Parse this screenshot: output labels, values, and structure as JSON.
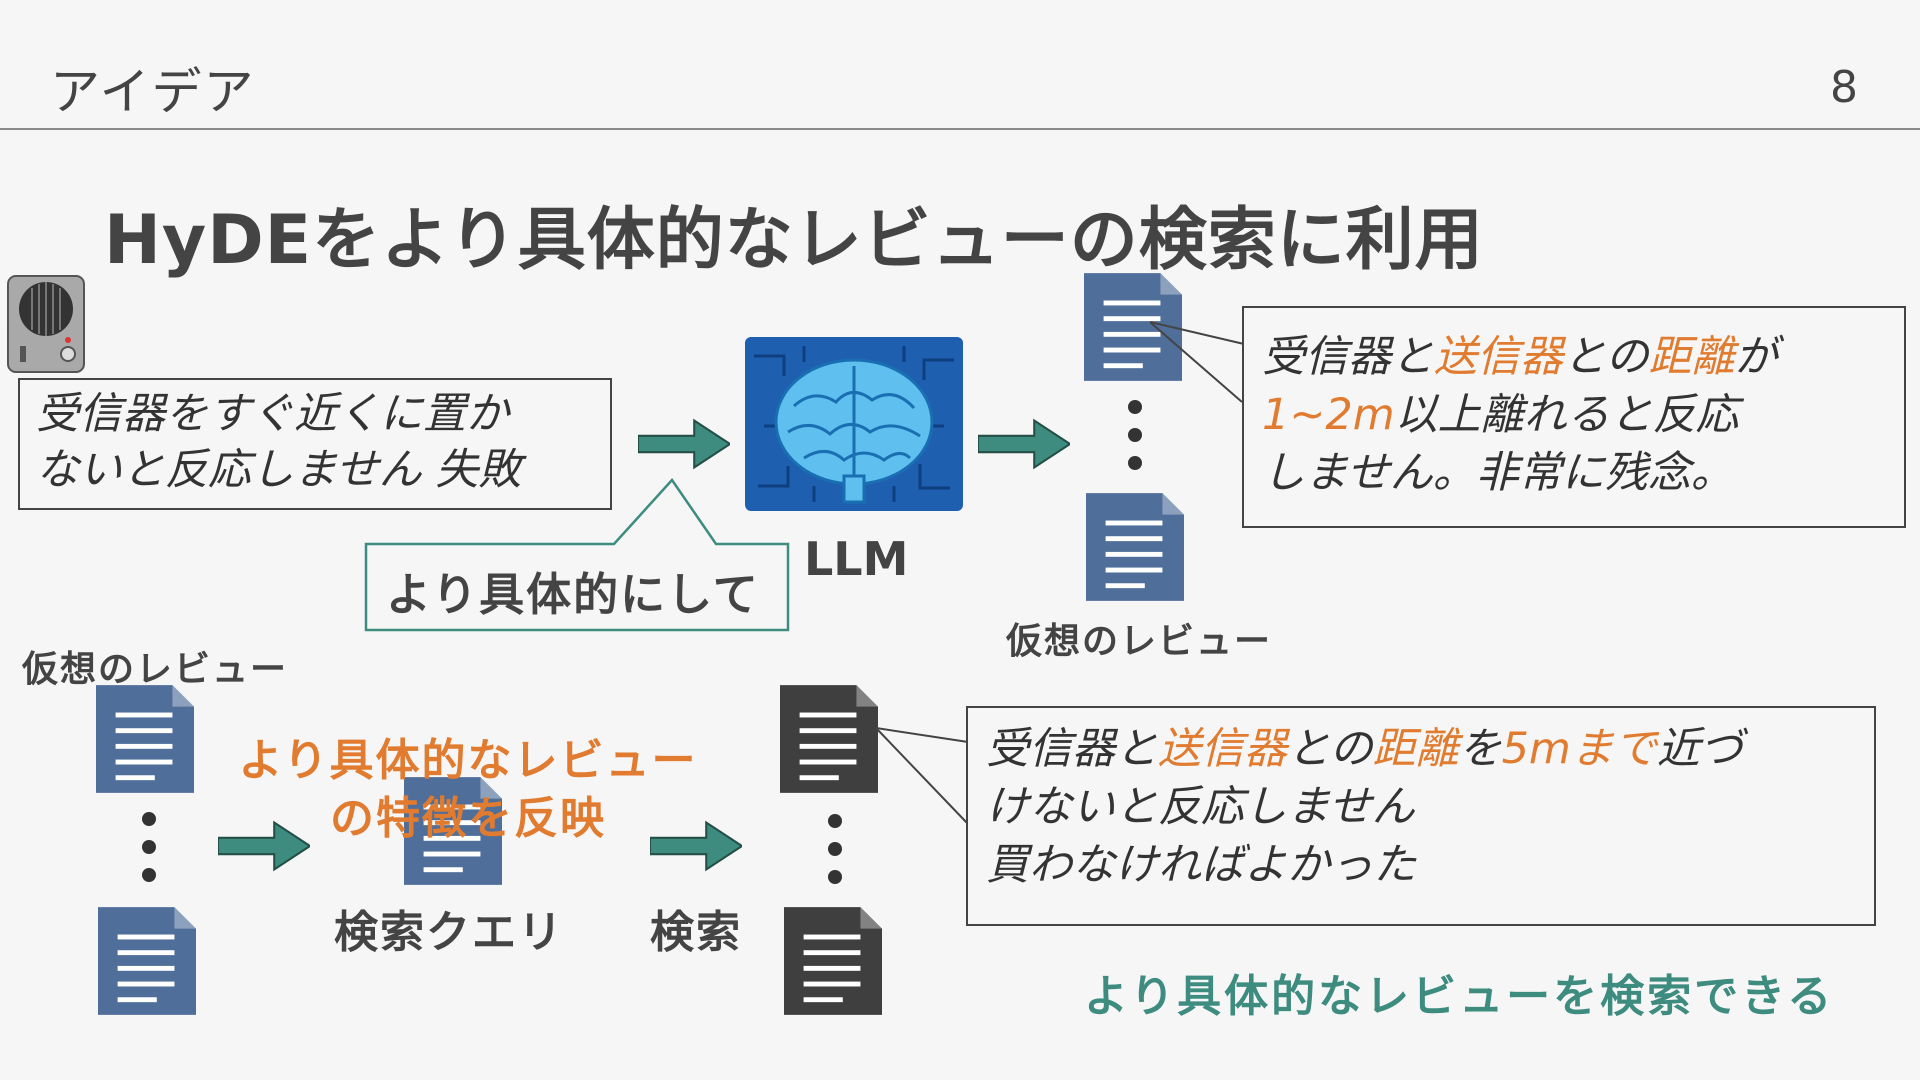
{
  "header": {
    "title": "アイデア",
    "page_number": "8"
  },
  "slide": {
    "title": "HyDEをより具体的なレビューの検索に利用"
  },
  "top_flow": {
    "input_review": [
      "受信器をすぐ近くに置か",
      "ないと反応しません 失敗"
    ],
    "prompt_callout": "より具体的にして",
    "llm_label": "LLM",
    "hypothetical_label": "仮想のレビュー",
    "generated_review": {
      "line1": [
        {
          "text": "受信器と",
          "hl": false
        },
        {
          "text": "送信器",
          "hl": true
        },
        {
          "text": "との",
          "hl": false
        },
        {
          "text": "距離",
          "hl": true
        },
        {
          "text": "が",
          "hl": false
        }
      ],
      "line2": [
        {
          "text": "1~2m",
          "hl": true
        },
        {
          "text": "以上離れると反応",
          "hl": false
        }
      ],
      "line3": [
        {
          "text": "しません。非常に残念。",
          "hl": false
        }
      ]
    }
  },
  "bottom_flow": {
    "hypothetical_label": "仮想のレビュー",
    "reflect_text": [
      "より具体的なレビュー",
      "の特徴を反映"
    ],
    "query_label": "検索クエリ",
    "search_label": "検索",
    "retrieved_review": {
      "line1": [
        {
          "text": "受信器と",
          "hl": false
        },
        {
          "text": "送信器",
          "hl": true
        },
        {
          "text": "との",
          "hl": false
        },
        {
          "text": "距離",
          "hl": true
        },
        {
          "text": "を",
          "hl": false
        },
        {
          "text": "5mまで",
          "hl": true
        },
        {
          "text": "近づ",
          "hl": false
        }
      ],
      "line2": [
        {
          "text": "けないと反応しません",
          "hl": false
        }
      ],
      "line3": [
        {
          "text": "買わなければよかった",
          "hl": false
        }
      ]
    },
    "conclusion": "より具体的なレビューを検索できる"
  },
  "icons": {
    "speaker": "speaker-icon",
    "brain": "brain-circuit-icon",
    "document": "document-icon",
    "arrow": "arrow-right-icon"
  },
  "colors": {
    "doc_blue": "#4f6f9a",
    "doc_dark": "#3f3f3f",
    "arrow_teal": "#3d8c7f",
    "highlight_orange": "#e07b2f",
    "brain_bg": "#1e5fb0"
  }
}
